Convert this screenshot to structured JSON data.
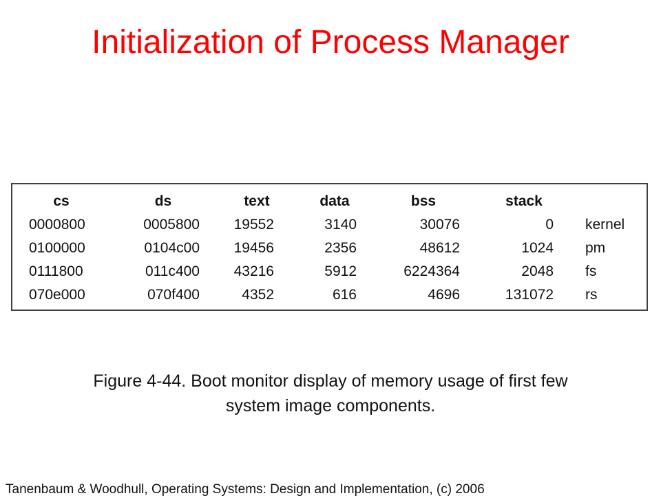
{
  "slide": {
    "title": "Initialization of Process Manager",
    "caption_line1": "Figure 4-44. Boot monitor display of memory usage of first few",
    "caption_line2": "system image components.",
    "footer": "Tanenbaum & Woodhull, Operating Systems: Design and Implementation, (c) 2006"
  },
  "table": {
    "headers": [
      "cs",
      "ds",
      "text",
      "data",
      "bss",
      "stack",
      ""
    ],
    "rows": [
      [
        "0000800",
        "0005800",
        "19552",
        "3140",
        "30076",
        "0",
        "kernel"
      ],
      [
        "0100000",
        "0104c00",
        "19456",
        "2356",
        "48612",
        "1024",
        "pm"
      ],
      [
        "0111800",
        "011c400",
        "43216",
        "5912",
        "6224364",
        "2048",
        "fs"
      ],
      [
        "070e000",
        "070f400",
        "4352",
        "616",
        "4696",
        "131072",
        "rs"
      ]
    ]
  }
}
